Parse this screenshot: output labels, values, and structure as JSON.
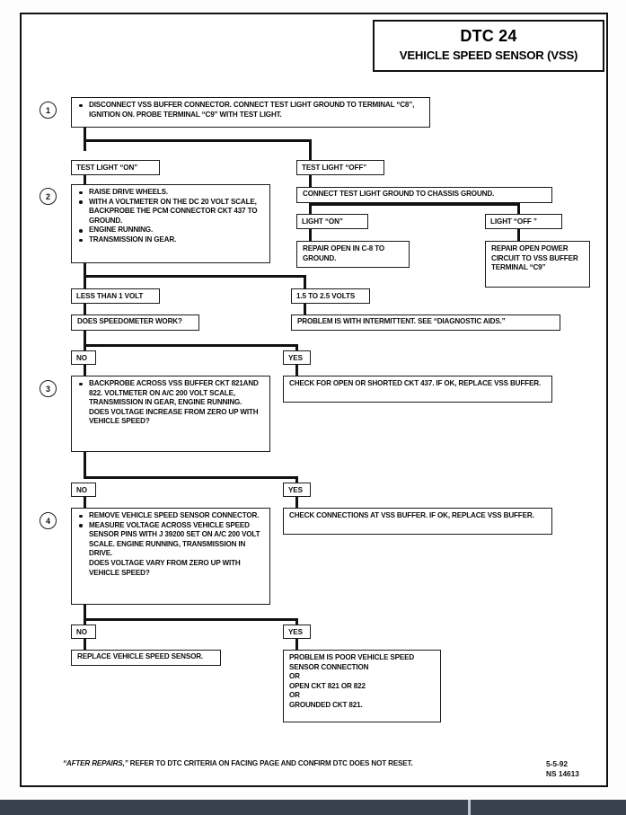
{
  "header": {
    "dtc_code": "DTC 24",
    "dtc_name": "VEHICLE SPEED SENSOR (VSS)"
  },
  "steps": {
    "n1": "1",
    "n2": "2",
    "n3": "3",
    "n4": "4"
  },
  "nodes": {
    "step1": {
      "bullets": [
        "DISCONNECT VSS BUFFER CONNECTOR. CONNECT TEST LIGHT GROUND TO TERMINAL “C8”, IGNITION ON. PROBE TERMINAL “C9”  WITH TEST LIGHT."
      ]
    },
    "test_light_on": "TEST LIGHT “ON”",
    "test_light_off": "TEST LIGHT “OFF”",
    "step2": {
      "bullets": [
        "RAISE DRIVE WHEELS.",
        "WITH A VOLTMETER ON THE DC 20 VOLT SCALE, BACKPROBE THE PCM CONNECTOR CKT 437 TO GROUND.",
        "ENGINE RUNNING.",
        "TRANSMISSION IN GEAR."
      ]
    },
    "connect_chassis": "CONNECT TEST LIGHT GROUND TO CHASSIS GROUND.",
    "light_on": "LIGHT “ON”",
    "light_off": "LIGHT “OFF ”",
    "repair_open_c8": "REPAIR OPEN IN C-8 TO GROUND.",
    "repair_open_power": "REPAIR OPEN POWER CIRCUIT TO VSS BUFFER TERMINAL “C9”",
    "less_than_1_volt": "LESS THAN 1 VOLT",
    "volts_1_5_to_2_5": "1.5 TO 2.5 VOLTS",
    "does_speedometer_work": "DOES SPEEDOMETER WORK?",
    "problem_intermittent": "PROBLEM IS WITH INTERMITTENT. SEE “DIAGNOSTIC AIDS.”",
    "no_1": "NO",
    "yes_1": "YES",
    "step3": {
      "bullets": [
        "BACKPROBE ACROSS VSS BUFFER CKT 821AND 822. VOLTMETER ON A/C 200 VOLT SCALE, TRANSMISSION IN GEAR, ENGINE RUNNING."
      ],
      "extra": "DOES VOLTAGE INCREASE FROM ZERO UP WITH VEHICLE SPEED?"
    },
    "check_ckt_437": "CHECK FOR OPEN OR SHORTED CKT 437. IF OK, REPLACE VSS BUFFER.",
    "no_2": "NO",
    "yes_2": "YES",
    "step4": {
      "bullets": [
        "REMOVE VEHICLE SPEED SENSOR CONNECTOR.",
        "MEASURE VOLTAGE ACROSS VEHICLE SPEED SENSOR PINS WITH J 39200 SET ON A/C 200 VOLT SCALE. ENGINE RUNNING, TRANSMISSION IN DRIVE."
      ],
      "extra": "DOES VOLTAGE VARY FROM ZERO UP WITH VEHICLE SPEED?"
    },
    "check_connections": "CHECK CONNECTIONS AT VSS BUFFER. IF OK, REPLACE VSS BUFFER.",
    "no_3": "NO",
    "yes_3": "YES",
    "replace_vss": "REPLACE VEHICLE SPEED SENSOR.",
    "problem_poor_connection": {
      "lines": [
        "PROBLEM IS POOR VEHICLE SPEED",
        "SENSOR CONNECTION",
        "OR",
        "OPEN CKT 821 OR 822",
        "OR",
        "GROUNDED CKT 821."
      ]
    }
  },
  "footer": {
    "emphasis": "“AFTER REPAIRS,”",
    "rest": " REFER TO DTC CRITERIA ON FACING PAGE AND CONFIRM DTC DOES NOT RESET.",
    "date": "5-5-92",
    "doc_id": "NS 14613"
  },
  "colors": {
    "ink": "#111111",
    "paper": "#ffffff",
    "bottom_bar": "#3a414e",
    "bottom_bar_divider": "#c3c7cd"
  }
}
